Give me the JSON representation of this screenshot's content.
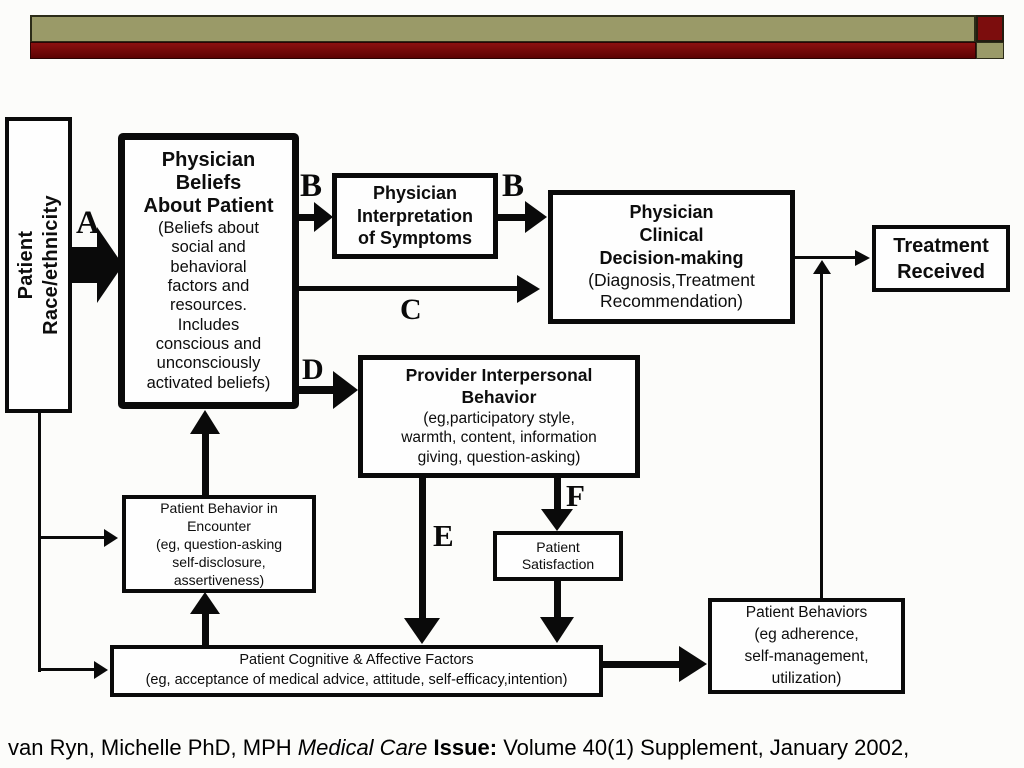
{
  "colors": {
    "olive": "#9a9a68",
    "dark_red": "#7c0d0d",
    "box_border": "#0a0a0a",
    "background": "#fcfcfa"
  },
  "diagram": {
    "race": "Patient\nRace/ethnicity",
    "beliefs_title": "Physician\nBeliefs\nAbout Patient",
    "beliefs_sub": "(Beliefs about\nsocial and\nbehavioral\nfactors and\nresources.\nIncludes\nconscious  and\nunconsciously\nactivated beliefs)",
    "interpretation": "Physician\nInterpretation\nof Symptoms",
    "clinical_title": "Physician\nClinical\nDecision-making",
    "clinical_sub": "(Diagnosis,Treatment\nRecommendation)",
    "treatment": "Treatment\nReceived",
    "provider_title": "Provider Interpersonal\nBehavior",
    "provider_sub": "(eg,participatory style,\nwarmth, content, information\ngiving, question-asking)",
    "encounter": "Patient Behavior in\nEncounter\n(eg, question-asking\nself-disclosure,\nassertiveness)",
    "satisfaction": "Patient\nSatisfaction",
    "cognitive": "Patient Cognitive &  Affective Factors\n(eg, acceptance of medical advice,  attitude, self-efficacy,intention)",
    "behaviors": "Patient Behaviors\n(eg  adherence,\nself-management,\nutilization)",
    "labels": {
      "a": "A",
      "b1": "B",
      "b2": "B",
      "c": "C",
      "d": "D",
      "e": "E",
      "f": "F"
    }
  },
  "citation": {
    "authors": "van Ryn, Michelle PhD, MPH ",
    "journal": "Medical Care",
    "issue_label": " Issue: ",
    "issue_value": "Volume 40(1) Supplement, January 2002,"
  }
}
